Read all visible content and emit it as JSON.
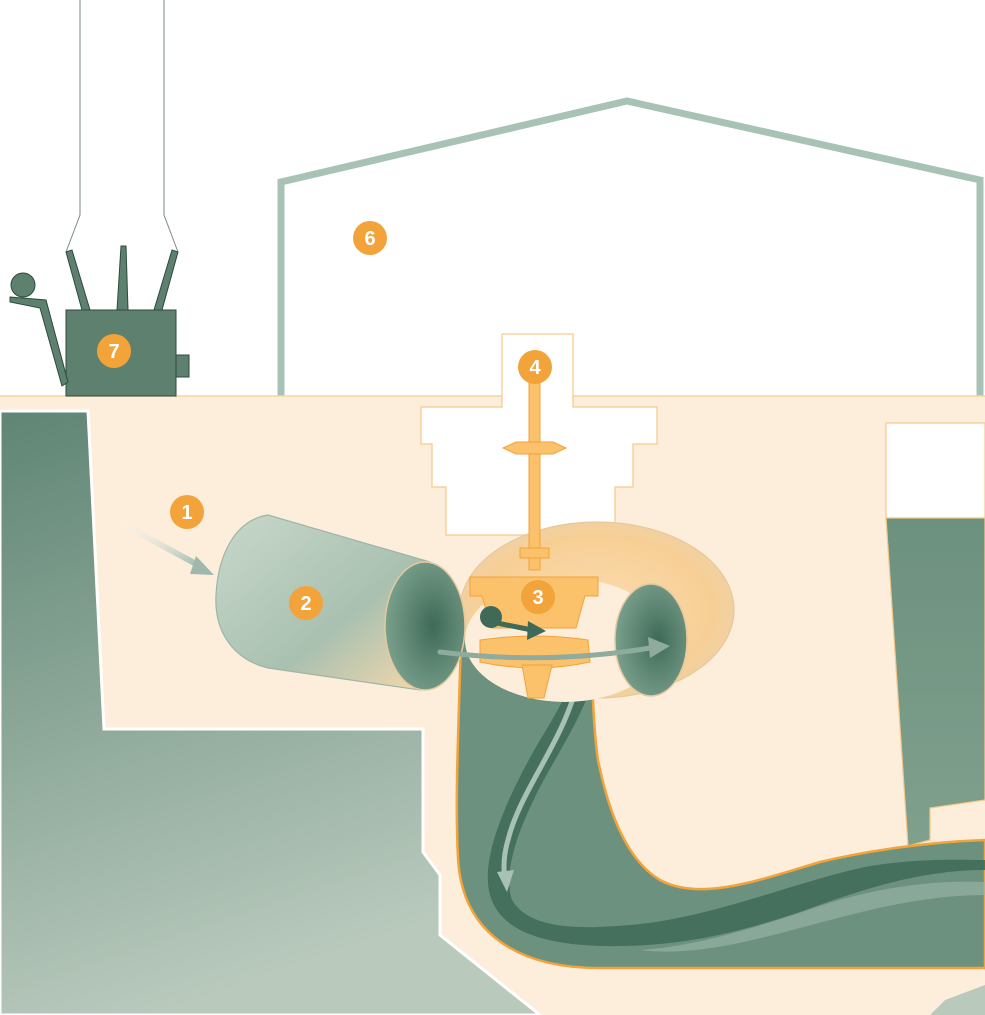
{
  "colors": {
    "callout": "#f2a33a",
    "earth": "#fdeedb",
    "earth_edge": "#f2a33a",
    "water_dark": "#5f8a78",
    "water_mid": "#7a9c8a",
    "water_light": "#b8c9bd",
    "building_outline": "#a9c2b6",
    "machine": "#fbc26b",
    "transformer": "#5e806f"
  },
  "callouts": [
    {
      "id": "intake",
      "label": "1"
    },
    {
      "id": "penstock",
      "label": "2"
    },
    {
      "id": "turbine",
      "label": "3"
    },
    {
      "id": "generator-shaft",
      "label": "4"
    },
    {
      "id": "powerhouse",
      "label": "6"
    },
    {
      "id": "transformer",
      "label": "7"
    }
  ],
  "icons": [
    "transformer-icon",
    "turbine-icon",
    "penstock-pipe-icon",
    "flow-arrow-icon"
  ]
}
